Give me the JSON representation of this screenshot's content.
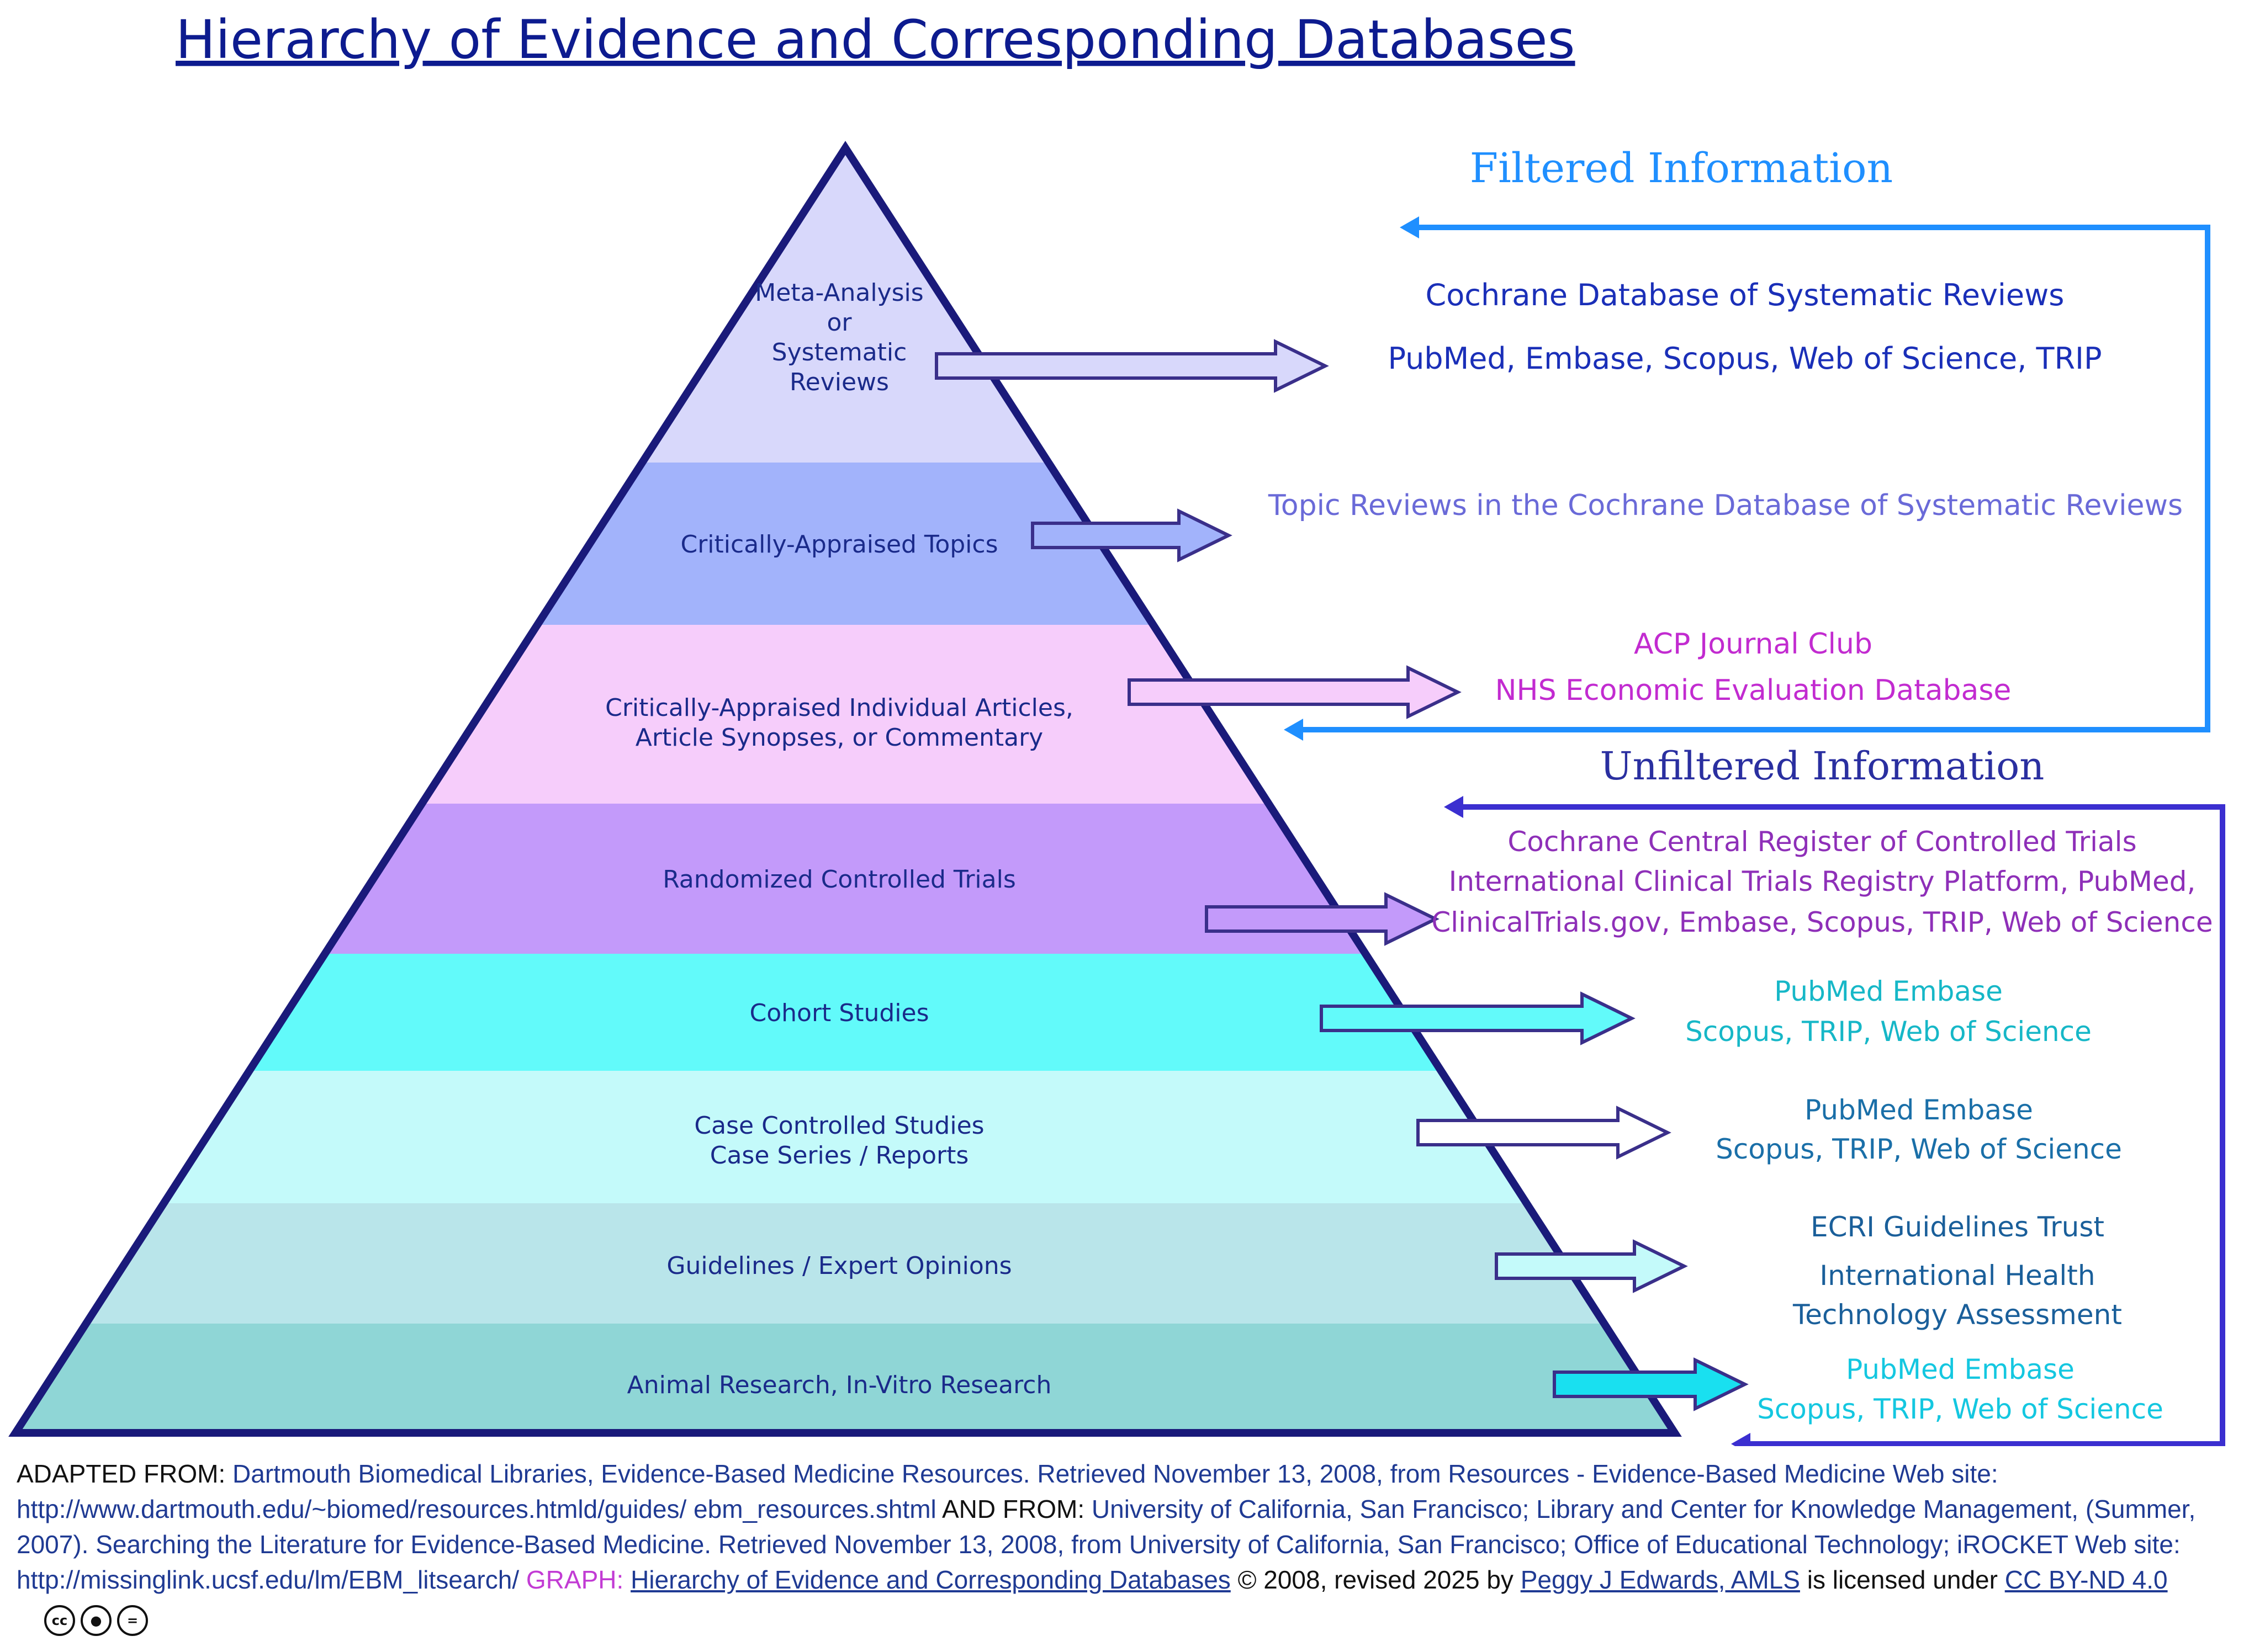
{
  "title": "Hierarchy of Evidence and Corresponding Databases",
  "colors": {
    "title": "#0d1b8f",
    "pyramid_outline": "#1a1a7a",
    "filtered_arrow": "#1f8fff",
    "unfiltered_arrow": "#3b2fd0",
    "link_blue": "#1f3a93"
  },
  "filtered_label": "Filtered Information",
  "unfiltered_label": "Unfiltered Information",
  "tiers": [
    {
      "lines": [
        "Meta-Analysis",
        "or",
        "Systematic",
        "Reviews"
      ],
      "fill": "#d8d8fb"
    },
    {
      "lines": [
        "Critically-Appraised Topics"
      ],
      "fill": "#a2b3fb"
    },
    {
      "lines": [
        "Critically-Appraised Individual Articles,",
        "Article Synopses, or Commentary"
      ],
      "fill": "#f6cdfb"
    },
    {
      "lines": [
        "Randomized Controlled Trials"
      ],
      "fill": "#c39afa"
    },
    {
      "lines": [
        "Cohort Studies"
      ],
      "fill": "#62fafa"
    },
    {
      "lines": [
        "Case Controlled Studies",
        "Case Series / Reports"
      ],
      "fill": "#c4fafa"
    },
    {
      "lines": [
        "Guidelines / Expert Opinions"
      ],
      "fill": "#b9e5ea"
    },
    {
      "lines": [
        "Animal Research, In-Vitro Research"
      ],
      "fill": "#8fd6d6"
    }
  ],
  "databases": [
    {
      "lines": [
        "Cochrane Database of Systematic Reviews",
        "PubMed, Embase, Scopus, Web of Science, TRIP"
      ],
      "color": "#1a2fb8"
    },
    {
      "lines": [
        "Topic Reviews in the Cochrane Database of Systematic Reviews"
      ],
      "color": "#6a6ad8"
    },
    {
      "lines": [
        "ACP Journal Club",
        "NHS Economic Evaluation Database"
      ],
      "color": "#c22bd0"
    },
    {
      "lines": [
        "Cochrane Central Register of Controlled Trials",
        "International Clinical Trials Registry Platform, PubMed,",
        "ClinicalTrials.gov, Embase, Scopus, TRIP, Web of Science"
      ],
      "color": "#8e2fb8"
    },
    {
      "lines": [
        "PubMed      Embase",
        "Scopus, TRIP, Web of Science"
      ],
      "color": "#16b7c7"
    },
    {
      "lines": [
        "PubMed      Embase",
        "Scopus, TRIP, Web of Science"
      ],
      "color": "#1a6fa8"
    },
    {
      "lines": [
        "ECRI Guidelines Trust",
        "International Health",
        "Technology Assessment"
      ],
      "color": "#1a5f9a"
    },
    {
      "lines": [
        "PubMed      Embase",
        "Scopus, TRIP, Web of Science"
      ],
      "color": "#14c7e0"
    }
  ],
  "arrow_fills": [
    "#d8d8fb",
    "#a2b3fb",
    "#f6cdfb",
    "#c39afa",
    "#62fafa",
    "#ffffff",
    "#c4fafa",
    "#19e0f0"
  ],
  "credit": {
    "adapted_label": "ADAPTED FROM:",
    "text1": "Dartmouth Biomedical Libraries, Evidence-Based Medicine Resources. Retrieved November 13, 2008, from Resources - Evidence-Based Medicine Web site: http://www.dartmouth.edu/~biomed/resources.htmld/guides/ ebm_resources.shtml",
    "and_from_label": "AND FROM:",
    "text2": "University of California, San Francisco; Library and Center for Knowledge Management, (Summer, 2007). Searching the Literature for Evidence-Based Medicine. Retrieved November 13, 2008, from University of California, San Francisco; Office of Educational Technology; iROCKET Web site: http://missinglink.ucsf.edu/lm/EBM_litsearch/",
    "graph_label": "GRAPH:",
    "graph_link": "Hierarchy of Evidence and Corresponding Databases",
    "copyright": "© 2008, revised 2025 by",
    "author_link": "Peggy J Edwards, AMLS",
    "license_pre": "is licensed under",
    "license_link": "CC BY-ND 4.0",
    "license_icons": [
      "cc-icon",
      "by-icon",
      "nd-icon"
    ]
  }
}
